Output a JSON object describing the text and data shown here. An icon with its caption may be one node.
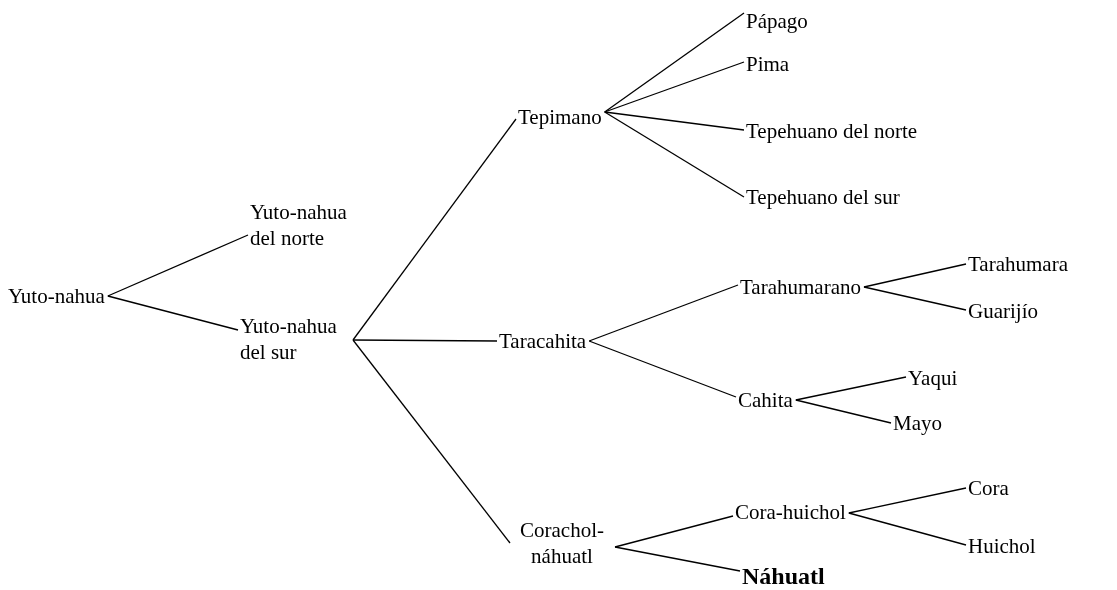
{
  "diagram": {
    "nodes": [
      {
        "text": [
          "Yuto-nahua"
        ]
      },
      {
        "text": [
          "Yuto-nahua del norte"
        ]
      },
      {
        "text": [
          "Yuto-nahua del sur"
        ]
      },
      {
        "text": [
          "Tepimano"
        ]
      },
      {
        "text": [
          "Pápago"
        ]
      },
      {
        "text": [
          "Pima"
        ]
      },
      {
        "text": [
          "Tepehuano del norte"
        ]
      },
      {
        "text": [
          "Tepehuano del sur"
        ]
      },
      {
        "text": [
          "Taracahita"
        ]
      },
      {
        "text": [
          "Tarahumarano"
        ]
      },
      {
        "text": [
          "Tarahumara"
        ]
      },
      {
        "text": [
          "Guarijío"
        ]
      },
      {
        "text": [
          "Cahita"
        ]
      },
      {
        "text": [
          "Yaqui"
        ]
      },
      {
        "text": [
          "Mayo"
        ]
      },
      {
        "text": [
          "Corachol-náhuatl"
        ]
      },
      {
        "text": [
          "Cora-huichol"
        ]
      },
      {
        "text": [
          "Náhuatl"
        ]
      },
      {
        "text": [
          "Cora"
        ]
      },
      {
        "text": [
          "Huichol"
        ]
      }
    ],
    "edges": [
      {
        "from": 0,
        "to": 1,
        "arrow": "none"
      },
      {
        "from": 0,
        "to": 2,
        "arrow": "none"
      },
      {
        "from": 2,
        "to": 3,
        "arrow": "none"
      },
      {
        "from": 2,
        "to": 8,
        "arrow": "none"
      },
      {
        "from": 2,
        "to": 15,
        "arrow": "none"
      },
      {
        "from": 3,
        "to": 4,
        "arrow": "none"
      },
      {
        "from": 3,
        "to": 5,
        "arrow": "none"
      },
      {
        "from": 3,
        "to": 6,
        "arrow": "none"
      },
      {
        "from": 3,
        "to": 7,
        "arrow": "none"
      },
      {
        "from": 8,
        "to": 9,
        "arrow": "none"
      },
      {
        "from": 8,
        "to": 12,
        "arrow": "none"
      },
      {
        "from": 9,
        "to": 10,
        "arrow": "none"
      },
      {
        "from": 9,
        "to": 11,
        "arrow": "none"
      },
      {
        "from": 12,
        "to": 13,
        "arrow": "none"
      },
      {
        "from": 12,
        "to": 14,
        "arrow": "none"
      },
      {
        "from": 15,
        "to": 16,
        "arrow": "none"
      },
      {
        "from": 15,
        "to": 17,
        "arrow": "none"
      },
      {
        "from": 16,
        "to": 18,
        "arrow": "none"
      },
      {
        "from": 16,
        "to": 19,
        "arrow": "none"
      }
    ]
  }
}
